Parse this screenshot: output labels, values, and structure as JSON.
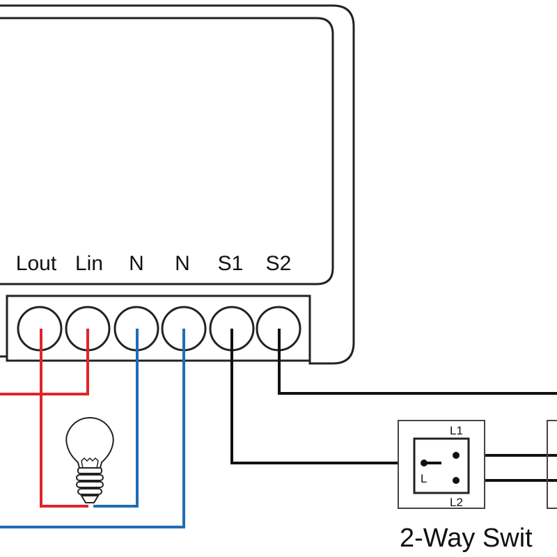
{
  "module": {
    "terminals": [
      {
        "id": "lout",
        "label": "Lout"
      },
      {
        "id": "lin",
        "label": "Lin"
      },
      {
        "id": "n1",
        "label": "N"
      },
      {
        "id": "n2",
        "label": "N"
      },
      {
        "id": "s1",
        "label": "S1"
      },
      {
        "id": "s2",
        "label": "S2"
      }
    ]
  },
  "switch": {
    "l1_label": "L1",
    "l_label": "L",
    "l2_label": "L2",
    "caption": "2-Way Swit"
  },
  "colors": {
    "live_wire": "#e0242b",
    "neutral_wire": "#1f6db5",
    "signal_wire": "#111111",
    "outline": "#222222"
  },
  "icons": {
    "bulb": "light-bulb-icon"
  }
}
